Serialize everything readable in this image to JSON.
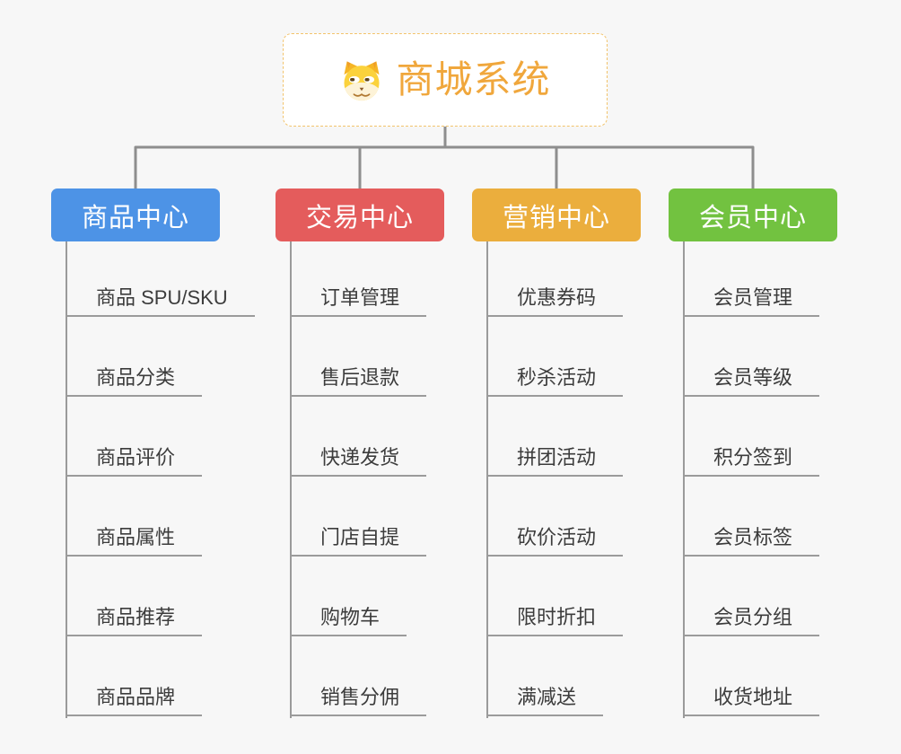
{
  "canvas": {
    "background": "#f7f7f7",
    "connector_color": "#8e8e8e",
    "line_color": "#9b9b9b",
    "item_text_color": "#3c3c3c"
  },
  "root": {
    "label": "商城系统",
    "icon": "dog-face-icon",
    "text_color": "#f0a73c",
    "border_color": "#f2c36b"
  },
  "branches": [
    {
      "id": "product-center",
      "label": "商品中心",
      "color": "#4d93e6",
      "items": [
        "商品 SPU/SKU",
        "商品分类",
        "商品评价",
        "商品属性",
        "商品推荐",
        "商品品牌"
      ]
    },
    {
      "id": "trade-center",
      "label": "交易中心",
      "color": "#e45c5c",
      "items": [
        "订单管理",
        "售后退款",
        "快递发货",
        "门店自提",
        "购物车",
        "销售分佣"
      ]
    },
    {
      "id": "marketing-center",
      "label": "营销中心",
      "color": "#ebae3d",
      "items": [
        "优惠券码",
        "秒杀活动",
        "拼团活动",
        "砍价活动",
        "限时折扣",
        "满减送"
      ]
    },
    {
      "id": "member-center",
      "label": "会员中心",
      "color": "#72c240",
      "items": [
        "会员管理",
        "会员等级",
        "积分签到",
        "会员标签",
        "会员分组",
        "收货地址"
      ]
    }
  ]
}
